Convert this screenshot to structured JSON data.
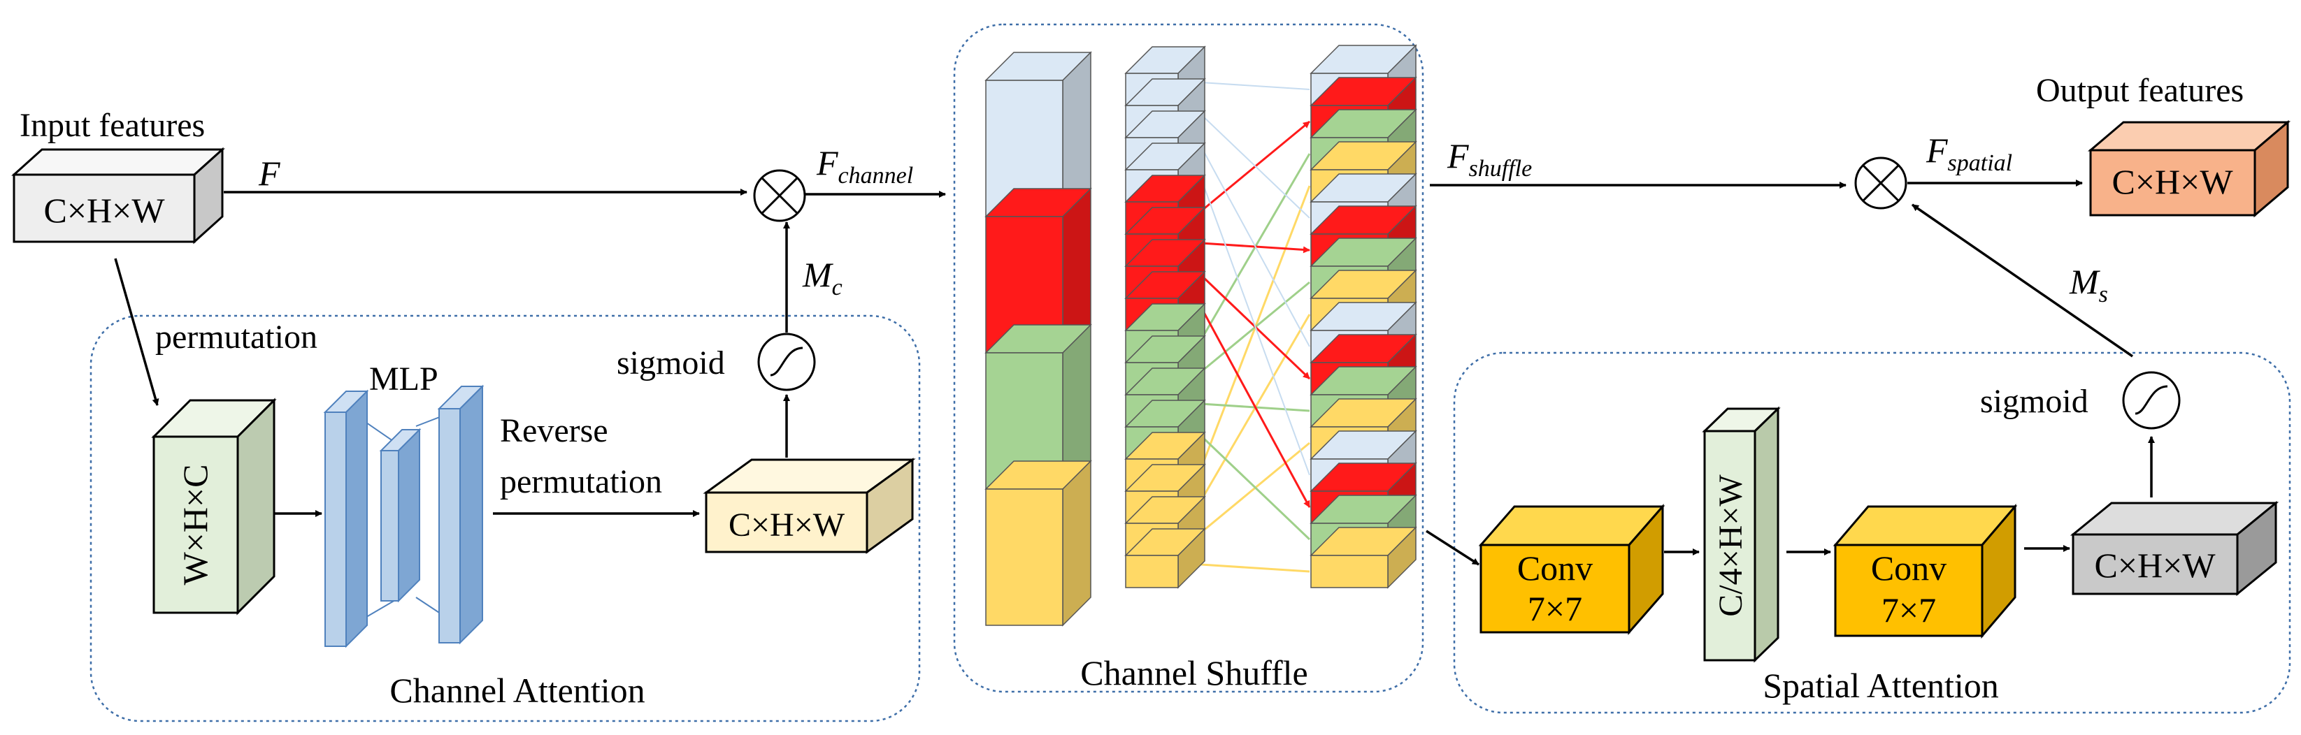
{
  "labels": {
    "input_features": "Input features",
    "output_features": "Output features",
    "f": "F",
    "f_channel_main": "F",
    "f_channel_sub": "channel",
    "f_shuffle_main": "F",
    "f_shuffle_sub": "shuffle",
    "f_spatial_main": "F",
    "f_spatial_sub": "spatial",
    "mc_main": "M",
    "mc_sub": "c",
    "ms_main": "M",
    "ms_sub": "s",
    "permutation": "permutation",
    "mlp": "MLP",
    "reverse_line1": "Reverse",
    "reverse_line2": "permutation",
    "sigmoid_ca": "sigmoid",
    "sigmoid_sa": "sigmoid",
    "input_box": "C×H×W",
    "whc_box": "W×H×C",
    "ca_out_box": "C×H×W",
    "conv1_line1": "Conv",
    "conv1_line2": "7×7",
    "c4_box": "C/4×H×W",
    "conv2_line1": "Conv",
    "conv2_line2": "7×7",
    "sa_out_box": "C×H×W",
    "output_box": "C×H×W",
    "channel_attention": "Channel Attention",
    "channel_shuffle": "Channel Shuffle",
    "spatial_attention": "Spatial Attention",
    "multiply_symbol": "×"
  },
  "colors": {
    "light_blue": "#dbe8f5",
    "red": "#ff1a1a",
    "green": "#a5d393",
    "yellow": "#ffd966",
    "gray_box": "#eeeeee",
    "pale_green": "#e2efda",
    "cream": "#fff2cc",
    "gold": "#ffc000",
    "mid_gray": "#c9c9c9",
    "orange": "#f8b28a",
    "dashed_border": "#3e6ea8"
  }
}
